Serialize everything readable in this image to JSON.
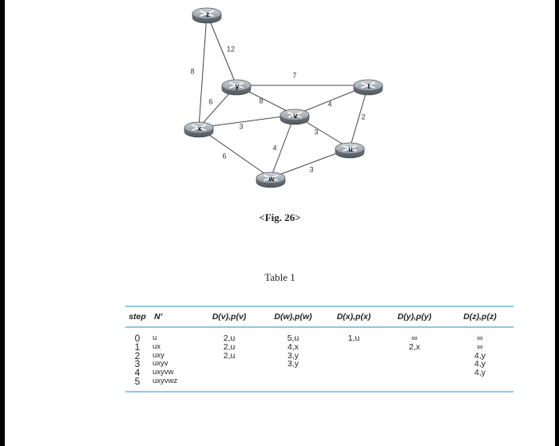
{
  "figure": {
    "nodes": [
      {
        "id": "z",
        "label": "z"
      },
      {
        "id": "y",
        "label": "y"
      },
      {
        "id": "t",
        "label": "t"
      },
      {
        "id": "v",
        "label": "v"
      },
      {
        "id": "x",
        "label": "x"
      },
      {
        "id": "u",
        "label": "u"
      },
      {
        "id": "w",
        "label": "w"
      }
    ],
    "edges": [
      {
        "from": "z",
        "to": "y",
        "weight": "12"
      },
      {
        "from": "z",
        "to": "x",
        "weight": "8"
      },
      {
        "from": "y",
        "to": "t",
        "weight": "7"
      },
      {
        "from": "y",
        "to": "x",
        "weight": "6"
      },
      {
        "from": "y",
        "to": "v",
        "weight": "8"
      },
      {
        "from": "x",
        "to": "v",
        "weight": "3"
      },
      {
        "from": "x",
        "to": "w",
        "weight": "6"
      },
      {
        "from": "v",
        "to": "t",
        "weight": "4"
      },
      {
        "from": "v",
        "to": "u",
        "weight": "3"
      },
      {
        "from": "v",
        "to": "w",
        "weight": "4"
      },
      {
        "from": "t",
        "to": "u",
        "weight": "2"
      },
      {
        "from": "u",
        "to": "w",
        "weight": "3"
      }
    ],
    "caption": "<Fig. 26>"
  },
  "table": {
    "title": "Table 1",
    "headers": [
      "step",
      "N'",
      "D(v),p(v)",
      "D(w),p(w)",
      "D(x),p(x)",
      "D(y),p(y)",
      "D(z),p(z)"
    ],
    "rows": [
      [
        "0",
        "u",
        "2,u",
        "5,u",
        "1,u",
        "∞",
        "∞"
      ],
      [
        "1",
        "ux",
        "2,u",
        "4,x",
        "",
        "2,x",
        "∞"
      ],
      [
        "2",
        "uxy",
        "2,u",
        "3,y",
        "",
        "",
        "4,y"
      ],
      [
        "3",
        "uxyv",
        "",
        "3,y",
        "",
        "",
        "4,y"
      ],
      [
        "4",
        "uxyvw",
        "",
        "",
        "",
        "",
        "4,y"
      ],
      [
        "5",
        "uxyvwz",
        "",
        "",
        "",
        "",
        ""
      ]
    ]
  }
}
